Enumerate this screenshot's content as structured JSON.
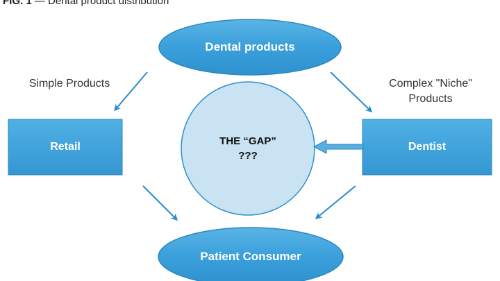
{
  "caption": {
    "fig": "FIG. 1",
    "text": "— Dental product distribution"
  },
  "nodes": {
    "dental_products": "Dental products",
    "retail": "Retail",
    "dentist": "Dentist",
    "patient_consumer": "Patient Consumer",
    "gap_title": "THE “GAP”",
    "gap_sub": "???"
  },
  "labels": {
    "simple": "Simple Products",
    "complex_line1": "Complex \"Niche\"",
    "complex_line2": "Products"
  },
  "colors": {
    "node_fill": "#3b9fd8",
    "node_stroke": "#2a86c0",
    "gap_fill": "#c9e3f3",
    "arrow": "#2a8ccc"
  }
}
